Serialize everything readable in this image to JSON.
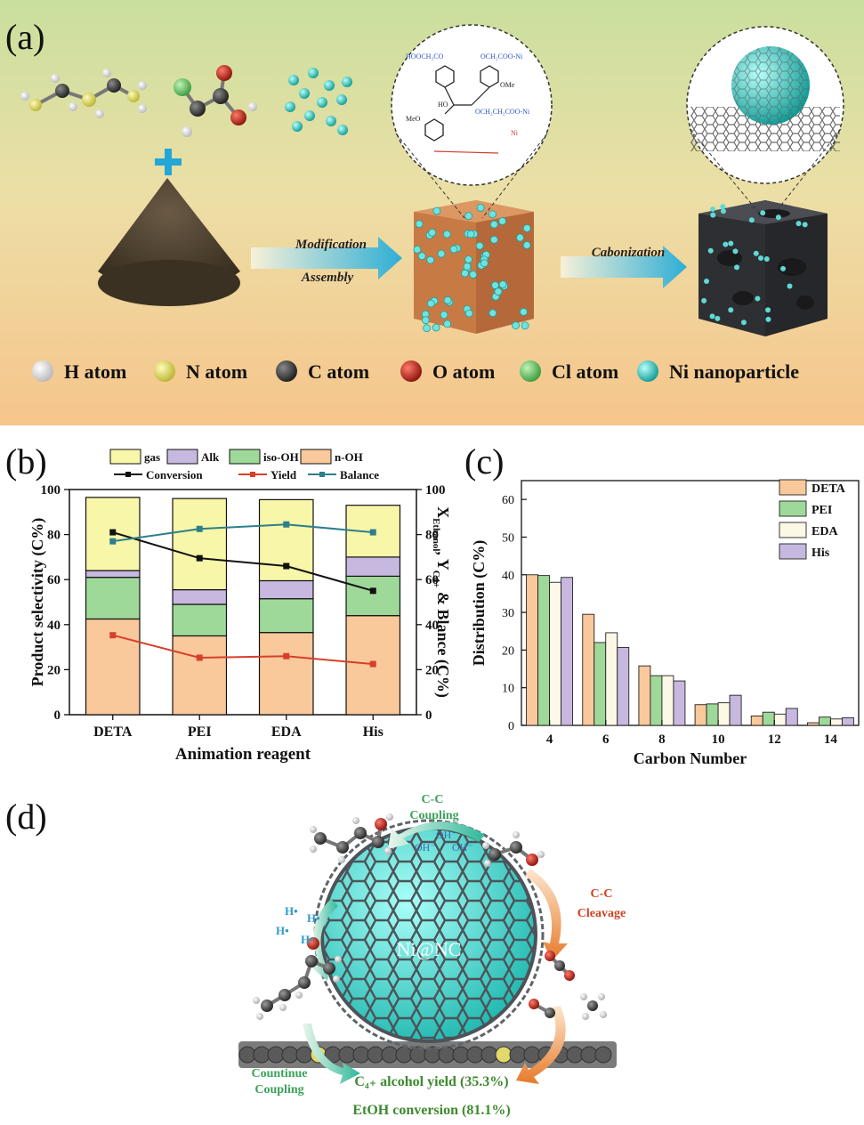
{
  "panel_a": {
    "label": "(a)",
    "arrow1_top": "Modification",
    "arrow1_bottom": "Assembly",
    "arrow2": "Cabonization",
    "molecule_labels": [
      "HOOCH₂CO",
      "OCH₂COO-Ni",
      "OMe",
      "HO",
      "MeO",
      "OCH₂CH₂COO-Ni",
      "Ni"
    ],
    "legend": [
      {
        "label": "H atom",
        "color": "#f2f2f2"
      },
      {
        "label": "N atom",
        "color": "#e9e46a"
      },
      {
        "label": "C atom",
        "color": "#3a3a3a"
      },
      {
        "label": "O atom",
        "color": "#c0261c"
      },
      {
        "label": "Cl atom",
        "color": "#6cc06a"
      },
      {
        "label": "Ni nanoparticle",
        "color": "#2fc6bf"
      }
    ]
  },
  "panel_d": {
    "label": "(d)",
    "center": "Ni@NC",
    "cc_coupling": [
      "C-C",
      "Coupling"
    ],
    "cc_cleavage": [
      "C-C",
      "Cleavage"
    ],
    "continue_coupling": [
      "Countinue",
      "Coupling"
    ],
    "yield_text": "C₄₊ alcohol yield (35.3%)",
    "conversion_text": "EtOH conversion (81.1%)",
    "oh_labels": [
      "OH⁻",
      "OH⁻",
      "OH⁻"
    ],
    "h_labels": [
      "H•",
      "H•",
      "H•",
      "H•"
    ]
  },
  "chart_data": [
    {
      "id": "b",
      "label": "(b)",
      "type": "bar",
      "categories": [
        "DETA",
        "PEI",
        "EDA",
        "His"
      ],
      "xlabel": "Animation reagent",
      "ylabel": "Product selectivity (C%)",
      "y2label": "Xₑₜₕₐₙₒₗ, Yᶜ₄₊ & Blance (C%)",
      "y2label_parts": {
        "x": "X",
        "x_sub": "Ethanol",
        "mid": ", Y",
        "y_sub": "C4+",
        "rest": " & Blance (C%)"
      },
      "ylim": [
        0,
        100
      ],
      "y2lim": [
        0,
        100
      ],
      "yticks": [
        0,
        20,
        40,
        60,
        80,
        100
      ],
      "stacked_series": [
        {
          "name": "n-OH",
          "color": "#f9c89b",
          "values": [
            42.5,
            35.0,
            36.5,
            44.0
          ]
        },
        {
          "name": "iso-OH",
          "color": "#9fd99a",
          "values": [
            18.5,
            14.0,
            15.0,
            17.5
          ]
        },
        {
          "name": "Alk",
          "color": "#c7b8df",
          "values": [
            3.0,
            6.5,
            8.0,
            8.5
          ]
        },
        {
          "name": "gas",
          "color": "#f8f6a8",
          "values": [
            32.5,
            40.5,
            36.0,
            23.0
          ]
        }
      ],
      "line_series": [
        {
          "name": "Conversion",
          "color": "#111111",
          "marker": "square",
          "values": [
            81.0,
            69.5,
            66.0,
            55.0
          ]
        },
        {
          "name": "Yield",
          "color": "#d6402b",
          "marker": "square",
          "values": [
            35.3,
            25.3,
            26.0,
            22.5
          ]
        },
        {
          "name": "Balance",
          "color": "#2e7e8c",
          "marker": "square",
          "values": [
            77.0,
            82.5,
            84.5,
            81.0
          ]
        }
      ],
      "legend_order": [
        "gas",
        "Alk",
        "iso-OH",
        "n-OH",
        "Conversion",
        "Yield",
        "Balance"
      ]
    },
    {
      "id": "c",
      "label": "(c)",
      "type": "bar",
      "categories": [
        "4",
        "6",
        "8",
        "10",
        "12",
        "14"
      ],
      "xlabel": "Carbon Number",
      "ylabel": "Distribution (C%)",
      "ylim": [
        0,
        65
      ],
      "yticks": [
        0,
        10,
        20,
        30,
        40,
        50,
        60
      ],
      "legend_position": "top-right",
      "series": [
        {
          "name": "DETA",
          "color": "#f9c89b",
          "values": [
            40.0,
            29.5,
            15.8,
            5.5,
            2.5,
            0.7
          ]
        },
        {
          "name": "PEI",
          "color": "#9fd99a",
          "values": [
            39.8,
            22.0,
            13.2,
            5.7,
            3.5,
            2.2
          ]
        },
        {
          "name": "EDA",
          "color": "#fcf8e6",
          "values": [
            38.0,
            24.6,
            13.2,
            6.0,
            3.0,
            1.7
          ]
        },
        {
          "name": "His",
          "color": "#c7b8df",
          "values": [
            39.3,
            20.7,
            11.8,
            8.0,
            4.5,
            2.0
          ]
        }
      ]
    }
  ]
}
